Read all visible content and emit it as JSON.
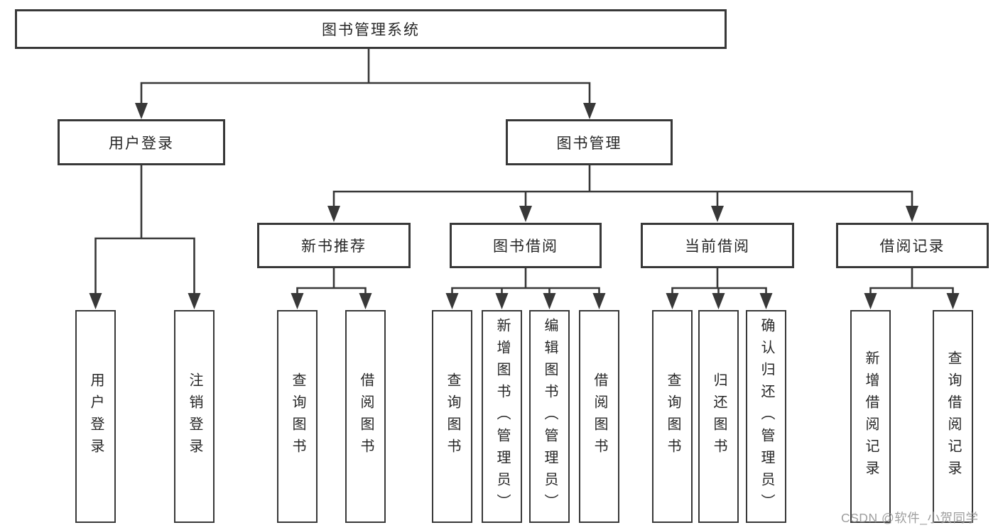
{
  "diagram": {
    "root": "图书管理系统",
    "children": [
      {
        "label": "用户登录",
        "children": [
          {
            "label": "用户登录"
          },
          {
            "label": "注销登录"
          }
        ]
      },
      {
        "label": "图书管理",
        "children": [
          {
            "label": "新书推荐",
            "children": [
              {
                "label": "查询图书"
              },
              {
                "label": "借阅图书"
              }
            ]
          },
          {
            "label": "图书借阅",
            "children": [
              {
                "label": "查询图书"
              },
              {
                "label": "新增图书（管理员）"
              },
              {
                "label": "编辑图书（管理员）"
              },
              {
                "label": "借阅图书"
              }
            ]
          },
          {
            "label": "当前借阅",
            "children": [
              {
                "label": "查询图书"
              },
              {
                "label": "归还图书"
              },
              {
                "label": "确认归还（管理员）"
              }
            ]
          },
          {
            "label": "借阅记录",
            "children": [
              {
                "label": "新增借阅记录"
              },
              {
                "label": "查询借阅记录"
              }
            ]
          }
        ]
      }
    ]
  },
  "watermark": {
    "text": "CSDN @软件_小贺同学"
  },
  "colors": {
    "line": "#383838",
    "box_border": "#383838",
    "text": "#262626",
    "background": "#ffffff",
    "watermark": "#969696"
  }
}
